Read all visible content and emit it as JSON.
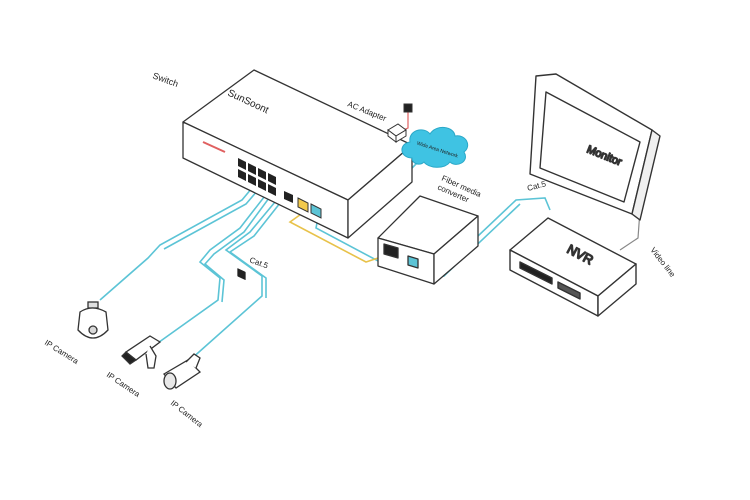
{
  "labels": {
    "switch": "Switch",
    "brand": "SunSoont",
    "ac_adapter": "AC Adapter",
    "cloud": "Wide Area Network",
    "fiber_converter_line1": "Fiber media",
    "fiber_converter_line2": "converter",
    "monitor": "Monitor",
    "nvr": "NVR",
    "cat5_left": "Cat.5",
    "cat5_right": "Cat.5",
    "video_line": "Video line",
    "ip_camera_1": "IP Camera",
    "ip_camera_2": "IP Camera",
    "ip_camera_3": "IP Camera"
  },
  "colors": {
    "ethernet_cable": "#5cc4d6",
    "fiber_cable": "#e8c24a",
    "power_cable": "#e06060",
    "cloud": "#3fc3e3",
    "device_outline": "#333333",
    "video_line": "#888888"
  }
}
